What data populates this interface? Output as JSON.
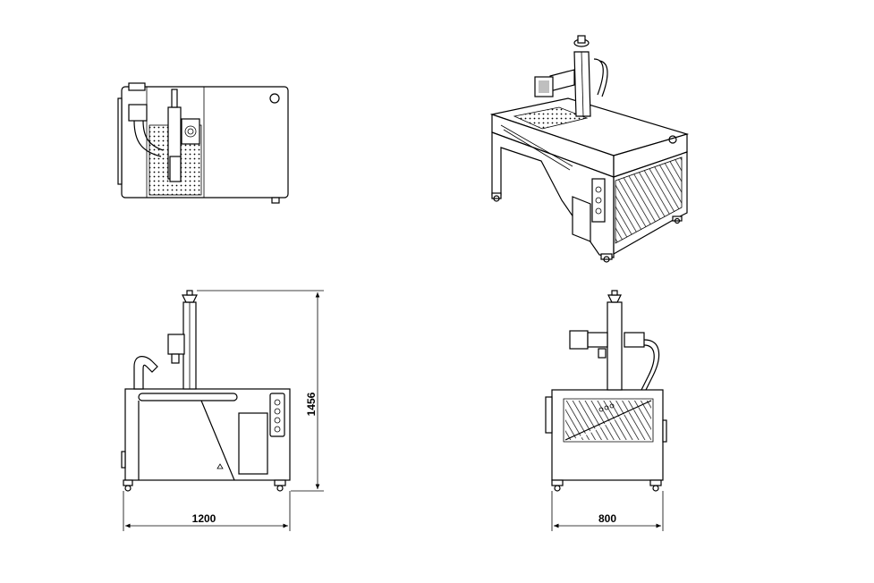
{
  "drawing": {
    "views": [
      "top-view",
      "isometric-view",
      "front-view",
      "side-view"
    ],
    "dimensions": {
      "width_front": "1200",
      "height_front": "1456",
      "width_side": "800"
    },
    "line_color": "#000000",
    "background_color": "#ffffff"
  }
}
